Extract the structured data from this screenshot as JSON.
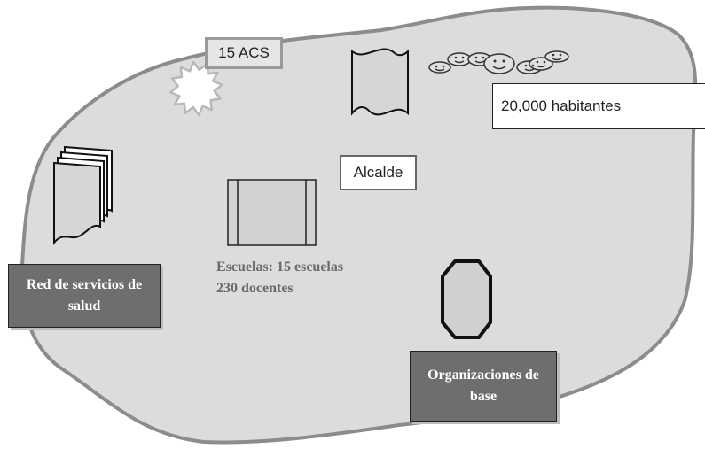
{
  "community_map": {
    "acs": {
      "label": "15 ACS"
    },
    "population": {
      "label": "20,000 habitantes"
    },
    "mayor": {
      "label": "Alcalde"
    },
    "schools": {
      "line1": "Escuelas: 15 escuelas",
      "line2": "230 docentes"
    },
    "health_network": {
      "label": "Red de servicios de salud"
    },
    "grassroots": {
      "label": "Organizaciones de base"
    }
  },
  "icons": [
    "starburst-icon",
    "document-icon",
    "smiley-faces-icon",
    "document-stack-icon",
    "school-building-icon",
    "octagon-icon"
  ],
  "colors": {
    "land": "#dcdcdc",
    "outline": "#8c8c8c",
    "dark_box": "#6e6e6e",
    "box_text": "#ffffff"
  }
}
